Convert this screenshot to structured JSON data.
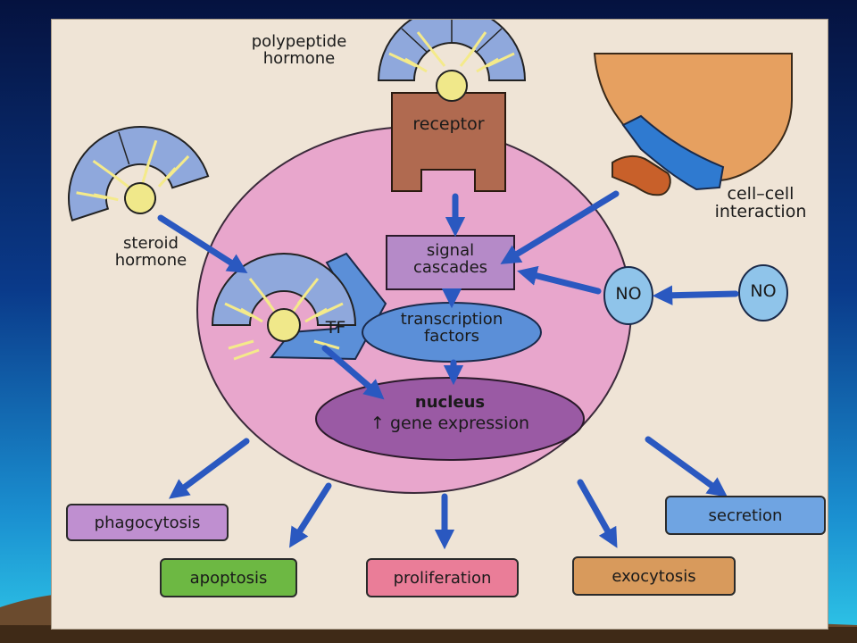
{
  "diagram": {
    "polypeptide_hormone": "polypeptide\nhormone",
    "receptor": "receptor",
    "steroid_hormone": "steroid\nhormone",
    "cell_cell_interaction": "cell–cell\ninteraction",
    "signal_cascades": "signal\ncascades",
    "transcription_factors": "transcription\nfactors",
    "tf": "TF",
    "no_inner": "NO",
    "no_outer": "NO",
    "nucleus_title": "nucleus",
    "gene_expression": "↑ gene expression",
    "outcomes": {
      "phagocytosis": "phagocytosis",
      "apoptosis": "apoptosis",
      "proliferation": "proliferation",
      "exocytosis": "exocytosis",
      "secretion": "secretion"
    }
  },
  "colors": {
    "cell": "#e8a6cc",
    "arrow": "#2a58c0",
    "hormone": "#8fa8dc",
    "receptor": "#b06a50",
    "nucleus": "#9a5aa4",
    "no_bubble": "#8fc4ea",
    "phagocytosis": "#bf8fd0",
    "apoptosis": "#6db843",
    "proliferation": "#ea7d98",
    "exocytosis": "#d89a5c",
    "secretion": "#6fa4e2"
  }
}
